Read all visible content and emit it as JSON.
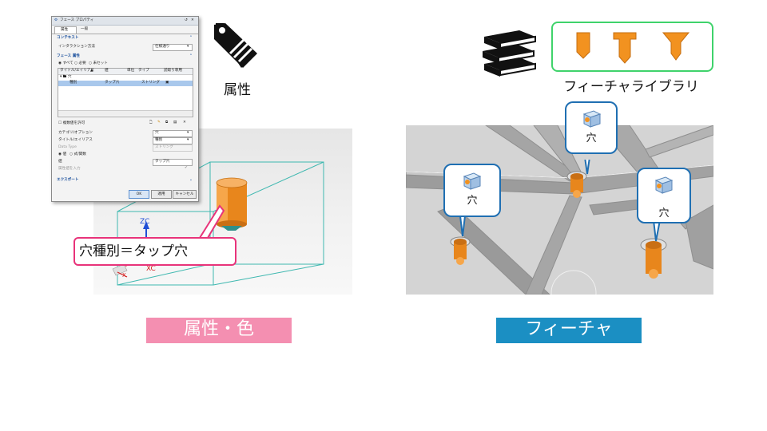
{
  "dialog": {
    "title": "フェース プロパティ",
    "tabs": [
      "属性",
      "一般"
    ],
    "sections": {
      "context": "コンテキスト",
      "face_attributes": "フェース 属性",
      "export": "エクスポート"
    },
    "interrogation_method_label": "インタラクション方法",
    "interrogation_method_value": "仕様通り",
    "radio_options": [
      "すべて",
      "必要",
      "未セット"
    ],
    "table_headers": [
      "タイトル/エイリアス",
      "値",
      "単位",
      "タイプ",
      "読取り専用"
    ],
    "tree_root": "穴",
    "table_row": {
      "title": "種別",
      "value": "タップ穴",
      "type": "ストリング"
    },
    "multiple_values_label": "複数値を許可",
    "category_label": "カテゴリ/オプション",
    "category_value": "穴",
    "title_alias_label": "タイトル/エイリアス",
    "title_alias_value": "種別",
    "data_type_label": "Data Type",
    "data_type_value": "ストリング",
    "value_radio": [
      "値",
      "式/関数"
    ],
    "value_label": "値",
    "value_value": "タップ穴",
    "enter_value_hint": "属性値を入力",
    "buttons": {
      "ok": "OK",
      "apply": "適用",
      "cancel": "キャンセル"
    }
  },
  "left_scene": {
    "axis_z": "ZC",
    "axis_x": "XC",
    "axis_small_x": "X",
    "callout": "穴種別＝タップ穴"
  },
  "attribute_caption": "属性",
  "library_caption": "フィーチャライブラリ",
  "hole_callouts": [
    "穴",
    "穴",
    "穴"
  ],
  "labels": {
    "attribute_color": "属性・色",
    "feature": "フィーチャ"
  },
  "colors": {
    "pink": "#f48fb1",
    "blue": "#1b8fc3",
    "orange": "#f29220",
    "green": "#3fd36b",
    "callout_blue": "#1f6fb2",
    "callout_pink": "#e8337a"
  },
  "icons": [
    "tag-icon",
    "books-icon",
    "hole-tool-icon"
  ]
}
